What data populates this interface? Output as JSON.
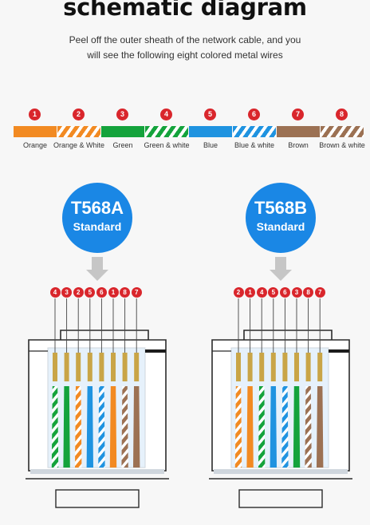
{
  "title": "schematic diagram",
  "intro": {
    "line1": "Peel off the outer sheath of the network cable, and you",
    "line2": "will see the following eight colored metal wires"
  },
  "colors": {
    "orange": "#f28a22",
    "green": "#14a33c",
    "blue": "#1f93e0",
    "brown": "#9c7153",
    "badge": "#d9262c",
    "standard": "#1a87e5",
    "arrow": "#c6c6c6"
  },
  "wires": [
    {
      "number": "1",
      "label": "Orange",
      "color": "orange",
      "striped": false
    },
    {
      "number": "2",
      "label": "Orange & White",
      "color": "orange",
      "striped": true
    },
    {
      "number": "3",
      "label": "Green",
      "color": "green",
      "striped": false
    },
    {
      "number": "4",
      "label": "Green & white",
      "color": "green",
      "striped": true
    },
    {
      "number": "5",
      "label": "Blue",
      "color": "blue",
      "striped": false
    },
    {
      "number": "6",
      "label": "Blue & white",
      "color": "blue",
      "striped": true
    },
    {
      "number": "7",
      "label": "Brown",
      "color": "brown",
      "striped": false
    },
    {
      "number": "8",
      "label": "Brown & white",
      "color": "brown",
      "striped": true
    }
  ],
  "standards": [
    {
      "name": "T568A",
      "subtitle": "Standard",
      "order": [
        "4",
        "3",
        "2",
        "5",
        "6",
        "1",
        "8",
        "7"
      ]
    },
    {
      "name": "T568B",
      "subtitle": "Standard",
      "order": [
        "2",
        "1",
        "4",
        "5",
        "6",
        "3",
        "8",
        "7"
      ]
    }
  ]
}
